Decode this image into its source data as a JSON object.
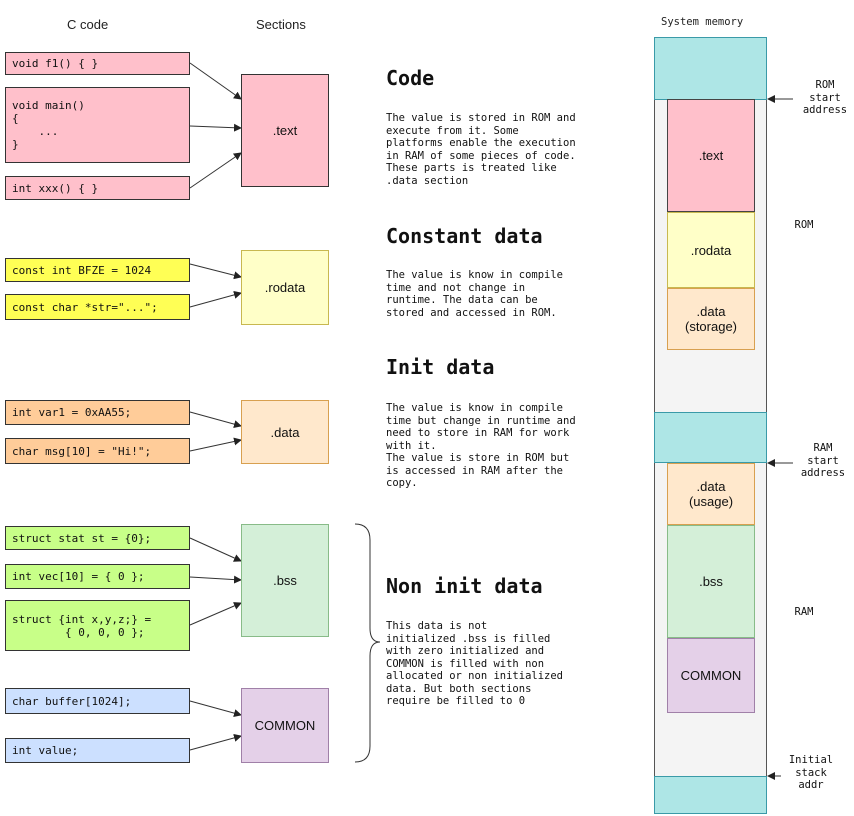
{
  "headers": {
    "c_code": "C code",
    "sections": "Sections",
    "system_memory": "System memory"
  },
  "c_code": {
    "f1": "void f1() { }",
    "main": "void main()\n{\n    ...\n}",
    "xxx": "int xxx() { }",
    "bfze": "const int BFZE = 1024",
    "str": "const char *str=\"...\";",
    "var1": "int var1 = 0xAA55;",
    "msg": "char msg[10] = \"Hi!\";",
    "stat": "struct stat st = {0};",
    "vec": "int vec[10] = { 0 };",
    "xyz": "struct {int x,y,z;} =\n        { 0, 0, 0 };",
    "buffer": "char buffer[1024];",
    "value": "int value;"
  },
  "sections": {
    "text": ".text",
    "rodata": ".rodata",
    "data": ".data",
    "bss": ".bss",
    "common": "COMMON"
  },
  "descriptions": {
    "code_title": "Code",
    "code_text": "The value is stored in ROM and\nexecute from it. Some\nplatforms enable the execution\nin RAM of some pieces of code.\nThese parts is treated like\n.data section",
    "const_title": "Constant data",
    "const_text": "The value is know in compile\ntime and not change in\nruntime. The data can be\nstored and accessed in ROM.",
    "init_title": "Init data",
    "init_text": "The value is know in compile\ntime but change in runtime and\nneed to store in RAM for work\nwith it.\nThe value is store in ROM but\nis accessed in RAM after the\ncopy.",
    "noninit_title": "Non init data",
    "noninit_text": "This data is not\ninitialized .bss is filled\nwith zero initialized and\nCOMMON is filled with non\nallocated or non initialized\ndata. But both sections\nrequire be filled to 0"
  },
  "memory": {
    "text": ".text",
    "rodata": ".rodata",
    "data_storage": ".data\n(storage)",
    "data_usage": ".data\n(usage)",
    "bss": ".bss",
    "common": "COMMON",
    "rom_start": "ROM\nstart\naddress",
    "rom": "ROM",
    "ram_start": "RAM\nstart\naddress",
    "ram": "RAM",
    "stack": "Initial\nstack\naddr"
  },
  "colors": {
    "text": "#ffc0cb",
    "rodata": "#ffffc8",
    "data": "#ffe8cc",
    "bss": "#d4efd8",
    "common": "#e4d0e8",
    "const_code": "#ffff55",
    "init_code": "#ffcc99",
    "bss_code": "#c8ff88",
    "common_code": "#cce0ff",
    "cyan": "#aee6e6",
    "memory_bg": "#f4f4f4"
  }
}
